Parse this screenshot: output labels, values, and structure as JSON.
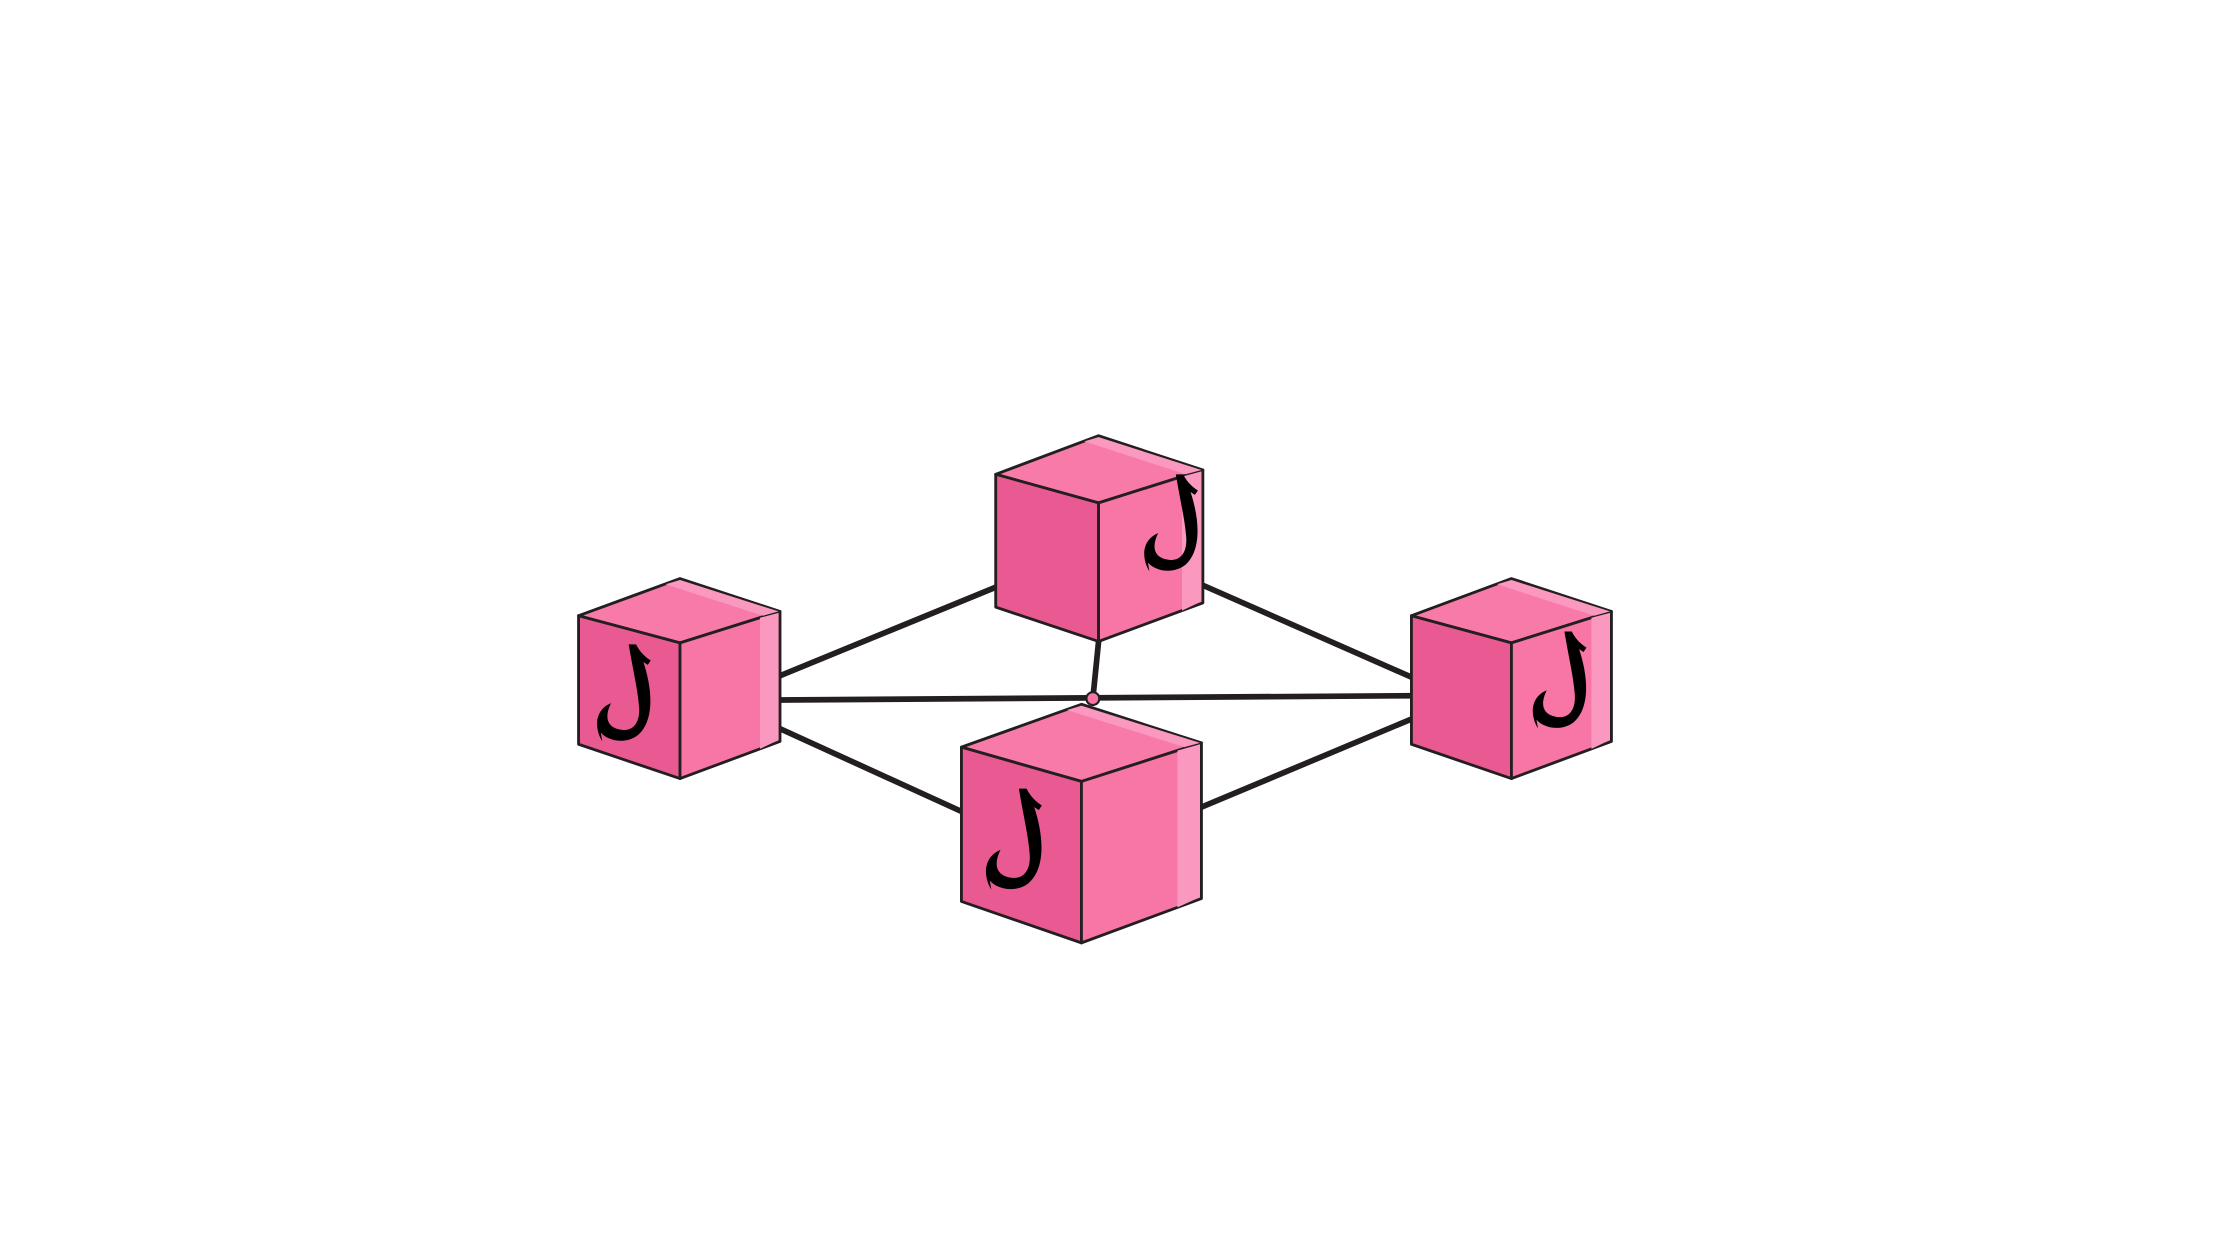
{
  "diagram": {
    "nodes": [
      {
        "id": "left-cube",
        "icon": "hook-icon"
      },
      {
        "id": "top-cube",
        "icon": "hook-icon"
      },
      {
        "id": "right-cube",
        "icon": "hook-icon"
      },
      {
        "id": "bottom-cube",
        "icon": "hook-icon"
      }
    ],
    "links": [
      [
        "left-cube",
        "top-cube"
      ],
      [
        "left-cube",
        "right-cube"
      ],
      [
        "left-cube",
        "bottom-cube"
      ],
      [
        "top-cube",
        "right-cube"
      ],
      [
        "top-cube",
        "hub"
      ],
      [
        "bottom-cube",
        "right-cube"
      ]
    ],
    "colors": {
      "left_face": "#E85A91",
      "right_face": "#F776A5",
      "top_face": "#F87AA8",
      "highlight": "#FB98C0",
      "stroke": "#231F20",
      "hook": "#000000",
      "background": "#FFFFFF"
    }
  }
}
